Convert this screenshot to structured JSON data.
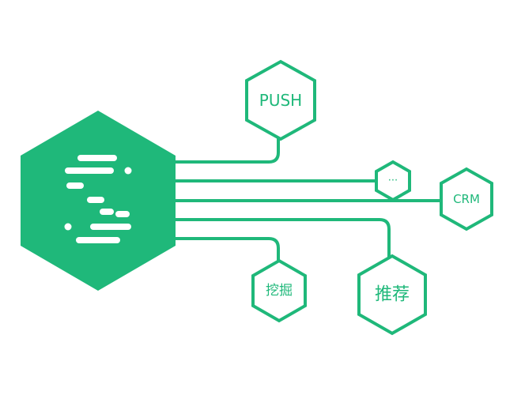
{
  "colors": {
    "accent": "#1fb87a",
    "background": "#ffffff",
    "logo_marks": "#ffffff"
  },
  "hub": {
    "icon": "s-logo-icon"
  },
  "nodes": {
    "push": "PUSH",
    "more": "···",
    "crm": "CRM",
    "mining": "挖掘",
    "recommend": "推荐"
  }
}
